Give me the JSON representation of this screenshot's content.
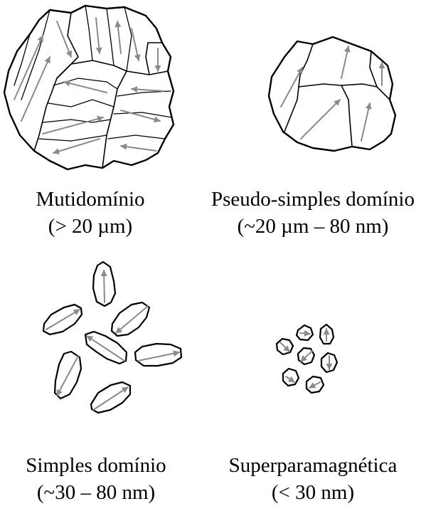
{
  "colors": {
    "outline": "#000000",
    "magnetization_arrow": "#8a8a8a",
    "background": "#ffffff"
  },
  "panels": [
    {
      "id": "multidomain",
      "label": "Mutidomínio",
      "size": "(> 20 µm)"
    },
    {
      "id": "pseudo-single-domain",
      "label": "Pseudo-simples domínio",
      "size": "(~20 µm – 80 nm)"
    },
    {
      "id": "single-domain",
      "label": "Simples domínio",
      "size": "(~30 – 80 nm)"
    },
    {
      "id": "superparamagnetic",
      "label": "Superparamagnética",
      "size": "(< 30 nm)"
    }
  ]
}
